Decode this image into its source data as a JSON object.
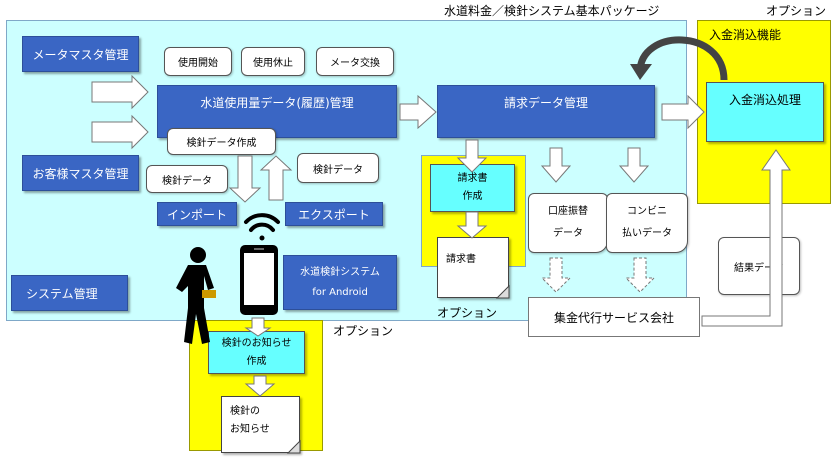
{
  "titles": {
    "main_system": "水道料金／検針システム基本パッケージ",
    "option_right": "オプション",
    "option_middle": "オプション",
    "option_bottom": "オプション"
  },
  "boxes": {
    "meter_master": "メータマスタ管理",
    "customer_master": "お客様マスタ管理",
    "system_admin": "システム管理",
    "usage_data": "水道使用量データ(履歴)管理",
    "billing_data": "請求データ管理",
    "payment_processing": "入金消込処理",
    "payment_function": "入金消込機能",
    "import": "インポート",
    "export": "エクスポート",
    "android_line1": "水道検針システム",
    "android_line2": "for Android",
    "collection_agency": "集金代行サービス会社"
  },
  "meter_ops": [
    "使用開始",
    "使用休止",
    "メータ交換"
  ],
  "labels": {
    "meter_data_create": "検針データ作成",
    "meter_data_left": "検針データ",
    "meter_data_right": "検針データ",
    "bank_transfer_line1": "口座振替",
    "bank_transfer_line2": "データ",
    "convenience_line1": "コンビニ",
    "convenience_line2": "払いデータ",
    "result_data": "結果データ"
  },
  "invoice": {
    "create_line1": "請求書",
    "create_line2": "作成",
    "doc": "請求書"
  },
  "notice": {
    "create_line1": "検針のお知らせ",
    "create_line2": "作成",
    "doc_line1": "検針の",
    "doc_line2": "お知らせ"
  },
  "colors": {
    "system_bg": "#ccffff",
    "option_yellow": "#ffff00",
    "box_blue": "#3a66c4",
    "box_cyan": "#66ffff"
  }
}
